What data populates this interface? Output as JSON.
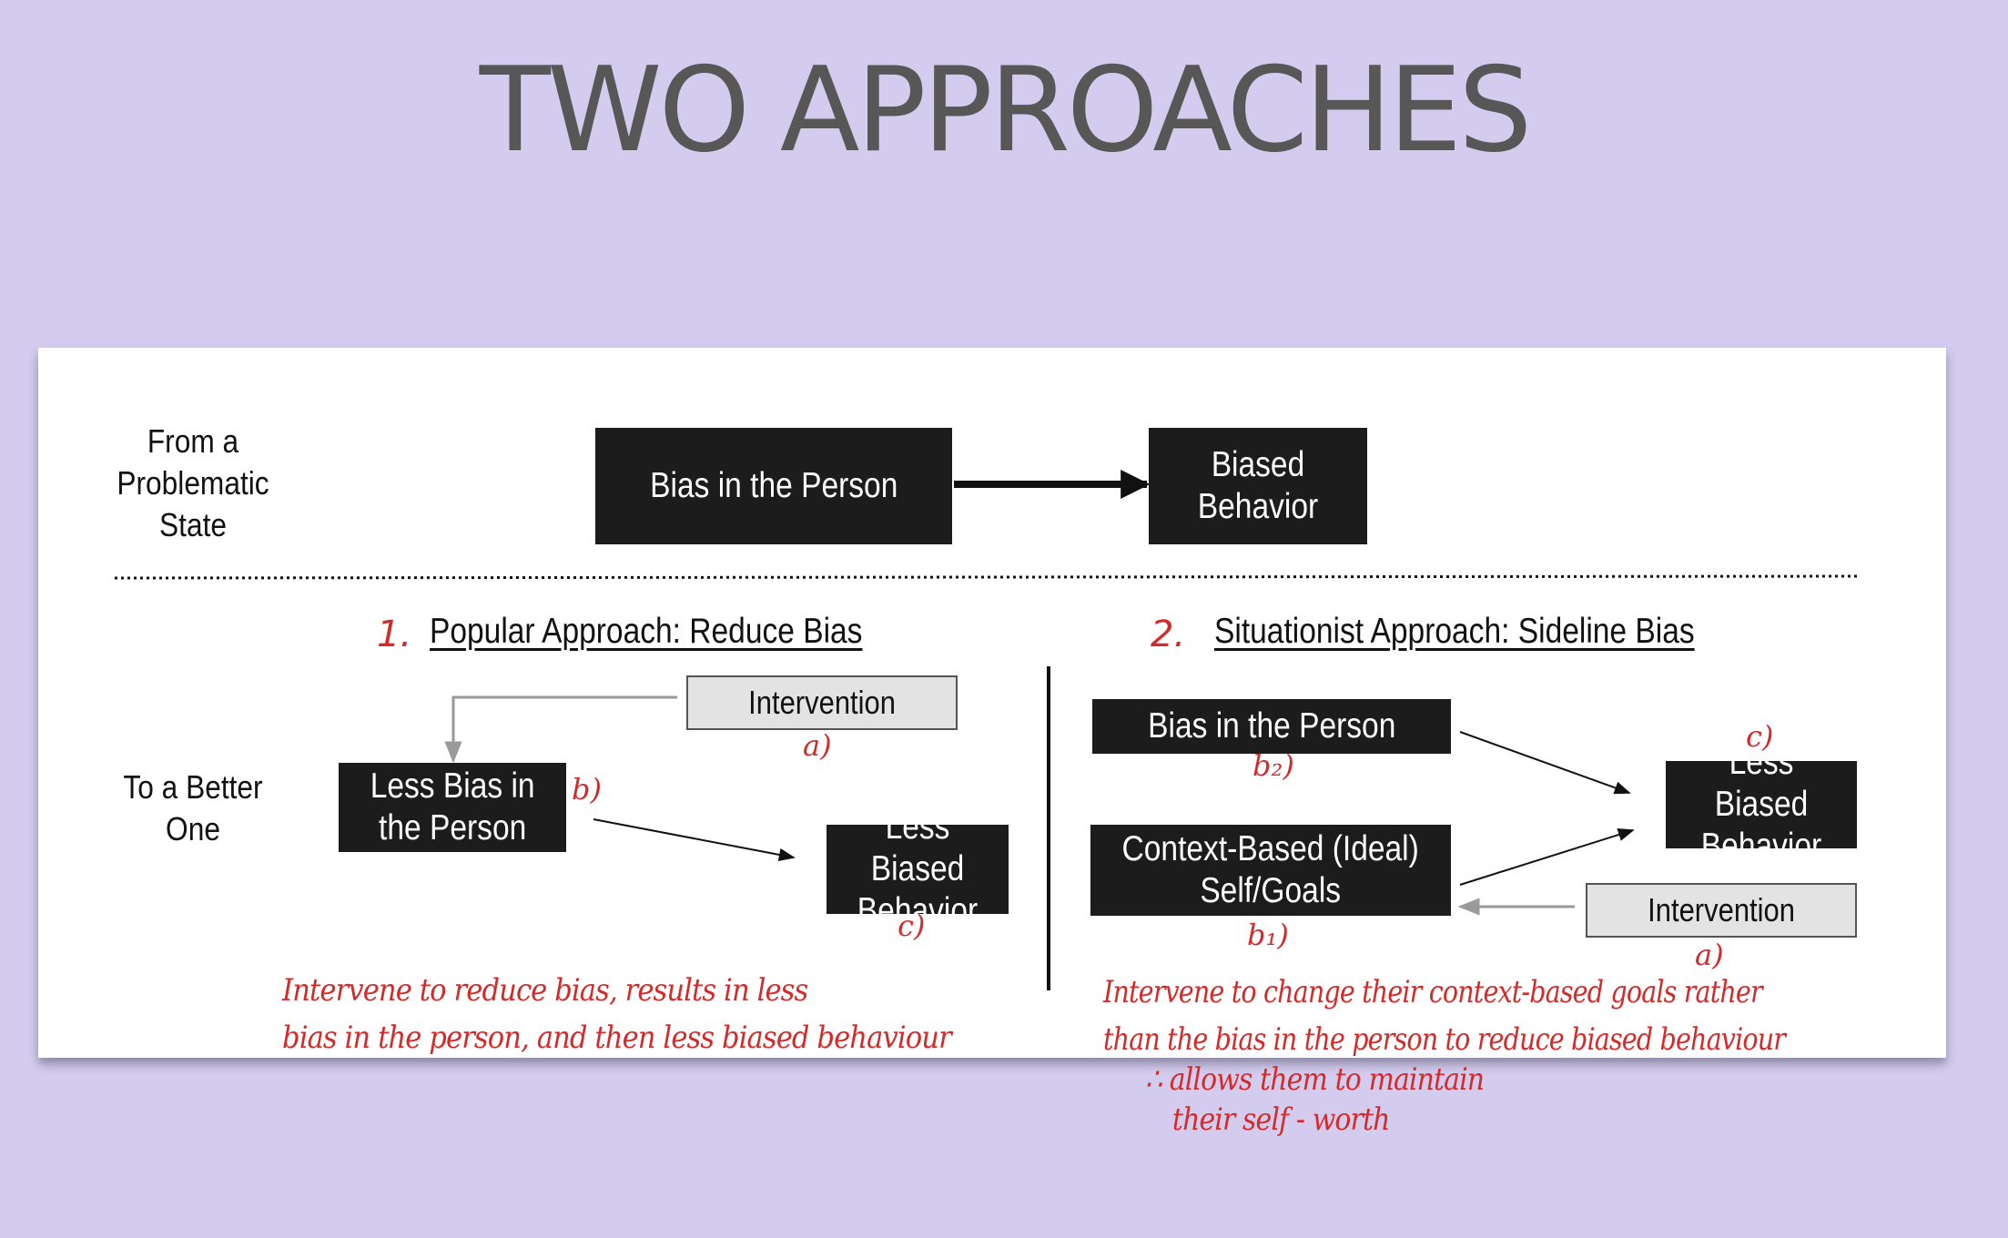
{
  "title": "TWO APPROACHES",
  "from_label": [
    "From a",
    "Problematic",
    "State"
  ],
  "to_label": [
    "To a Better",
    "One"
  ],
  "top_flow": {
    "bias_person": "Bias in the Person",
    "biased_behavior": [
      "Biased",
      "Behavior"
    ]
  },
  "approach1": {
    "number": "1.",
    "heading": "Popular Approach: Reduce Bias",
    "intervention": "Intervention",
    "less_bias": [
      "Less Bias in",
      "the Person"
    ],
    "less_biased": [
      "Less Biased",
      "Behavior"
    ],
    "tag_a": "a)",
    "tag_b": "b)",
    "tag_c": "c)",
    "note": [
      "Intervene to reduce bias, results in less",
      "bias in the person, and then less biased behaviour"
    ]
  },
  "approach2": {
    "number": "2.",
    "heading": "Situationist Approach: Sideline Bias",
    "bias_person": "Bias in the Person",
    "context": [
      "Context-Based (Ideal)",
      "Self/Goals"
    ],
    "less_biased": [
      "Less Biased",
      "Behavior"
    ],
    "intervention": "Intervention",
    "tag_a": "a)",
    "tag_b2": "b₂)",
    "tag_b1": "b₁)",
    "tag_c": "c)",
    "note": [
      "Intervene to change their context-based goals rather",
      "than the bias in the person to reduce biased behaviour",
      "∴ allows them to maintain",
      "their self - worth"
    ]
  },
  "colors": {
    "background": "#d4ccee",
    "box_dark": "#1c1c1c",
    "box_light": "#e3e3e3",
    "annotation": "#d42a2a"
  }
}
